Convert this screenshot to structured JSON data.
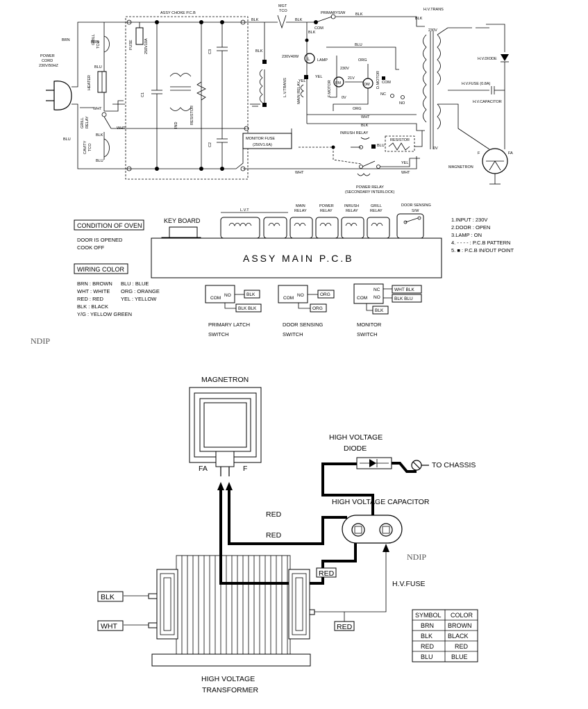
{
  "schematic": {
    "power_cord": "POWER",
    "power_cord_2": "CORD",
    "power_cord_3": "230V/50HZ",
    "brn": "BRN",
    "blu": "BLU",
    "grill_tco": "GRILL",
    "grill_tco_2": "TCO",
    "heater": "HEATER",
    "wht": "WHT",
    "grill_relay": "GRILL",
    "grill_relay_2": "RELAY",
    "cavity_tco": "CAVITY",
    "cavity_tco_2": "TCO",
    "blk": "BLK",
    "choke_pcb": "ASSY CHOKE P.C.B",
    "fuse": "FUSE",
    "fuse_rating": "250V10A",
    "c1": "C1",
    "c2": "C2",
    "c3": "C3",
    "ind": "IND",
    "resistor": "RESISTOR",
    "mgt_tco": "MGT",
    "mgt_tco_2": "TCO",
    "primary_sw": "PRIMARYS/W",
    "com": "COM",
    "lamp_rating": "230V40W",
    "lamp": "LAMP",
    "yel": "YEL",
    "lv_trans": "L.V.TRANS",
    "main_relay": "MAIN RELAY",
    "f_motor": "F.MOTOR",
    "d_motor": "D.MOTOR",
    "fm": "FM",
    "dm": "DM",
    "v230": "230V",
    "v21": "21V",
    "v0": "0V",
    "org": "ORG",
    "nc": "NC",
    "no": "NO",
    "monitor_fuse": "MONITOR FUSE",
    "monitor_fuse_rating": "(250V1.6A)",
    "inrush_relay": "INRUSH RELAY",
    "resistor2": "RESISTOR",
    "power_relay": "POWER RELAY",
    "secondary_interlock": "(SECONDARY INTERLOCK)",
    "hv_trans": "H.V.TRANS",
    "hv_diode": "H.V.DIODE",
    "hv_fuse": "H.V.FUSE (0.8A)",
    "hv_capacitor": "H.V.CAPACITOR",
    "magnetron": "MAGNETRON",
    "f": "F",
    "fa": "FA",
    "l": "L"
  },
  "pcb": {
    "key_board": "KEY BOARD",
    "lvt": "L.V.T",
    "main_relay": "MAIN",
    "main_relay_2": "RELAY",
    "power_relay": "POWER",
    "power_relay_2": "RELAY",
    "inrush_relay": "INRUSH",
    "inrush_relay_2": "RELAY",
    "grill_relay": "GRILL",
    "grill_relay_2": "RELAY",
    "door_sensing": "DOOR SENSING",
    "door_sensing_2": "S/W",
    "assy_main": "ASSY MAIN P.C.B"
  },
  "condition": {
    "title": "CONDITION OF OVEN",
    "line1": "DOOR IS OPENED",
    "line2": "COOK OFF"
  },
  "notes": {
    "n1": "1.INPUT : 230V",
    "n2": "2.DOOR : OPEN",
    "n3": "3.LAMP : ON",
    "n4": "4. - - - - : P.C.B PATTERN",
    "n5": "5.  ■  : P.C.B IN/OUT POINT"
  },
  "wiring": {
    "title": "WIRING COLOR",
    "c1": "BRN : BROWN",
    "c2": "WHT : WHITE",
    "c3": "RED : RED",
    "c4": "BLK : BLACK",
    "c5": "Y/G : YELLOW GREEN",
    "c6": "BLU : BLUE",
    "c7": "ORG : ORANGE",
    "c8": "YEL : YELLOW"
  },
  "switches": {
    "primary_title": "PRIMARY  LATCH",
    "primary_title_2": "SWITCH",
    "door_title": "DOOR SENSING",
    "door_title_2": "SWITCH",
    "monitor_title": "MONITOR",
    "monitor_title_2": "SWITCH",
    "com": "COM",
    "no": "NO",
    "nc": "NC",
    "blk": "BLK",
    "blk_blk": "BLK  BLK",
    "org": "ORG",
    "wht_blk": "WHT  BLK",
    "blk_blu": "BLK  BLU"
  },
  "watermark": "NDIP",
  "assembly": {
    "magnetron": "MAGNETRON",
    "fa": "FA",
    "f": "F",
    "hv_diode": "HIGH VOLTAGE",
    "hv_diode_2": "DIODE",
    "to_chassis": "TO CHASSIS",
    "hv_capacitor": "HIGH VOLTAGE CAPACITOR",
    "red": "RED",
    "hv_fuse": "H.V.FUSE",
    "blk": "BLK",
    "wht": "WHT",
    "hv_transformer": "HIGH VOLTAGE",
    "hv_transformer_2": "TRANSFORMER"
  },
  "symbol_table": {
    "header": [
      "SYMBOL",
      "COLOR"
    ],
    "rows": [
      [
        "BRN",
        "BROWN"
      ],
      [
        "BLK",
        "BLACK"
      ],
      [
        "RED",
        "RED"
      ],
      [
        "BLU",
        "BLUE"
      ]
    ]
  }
}
